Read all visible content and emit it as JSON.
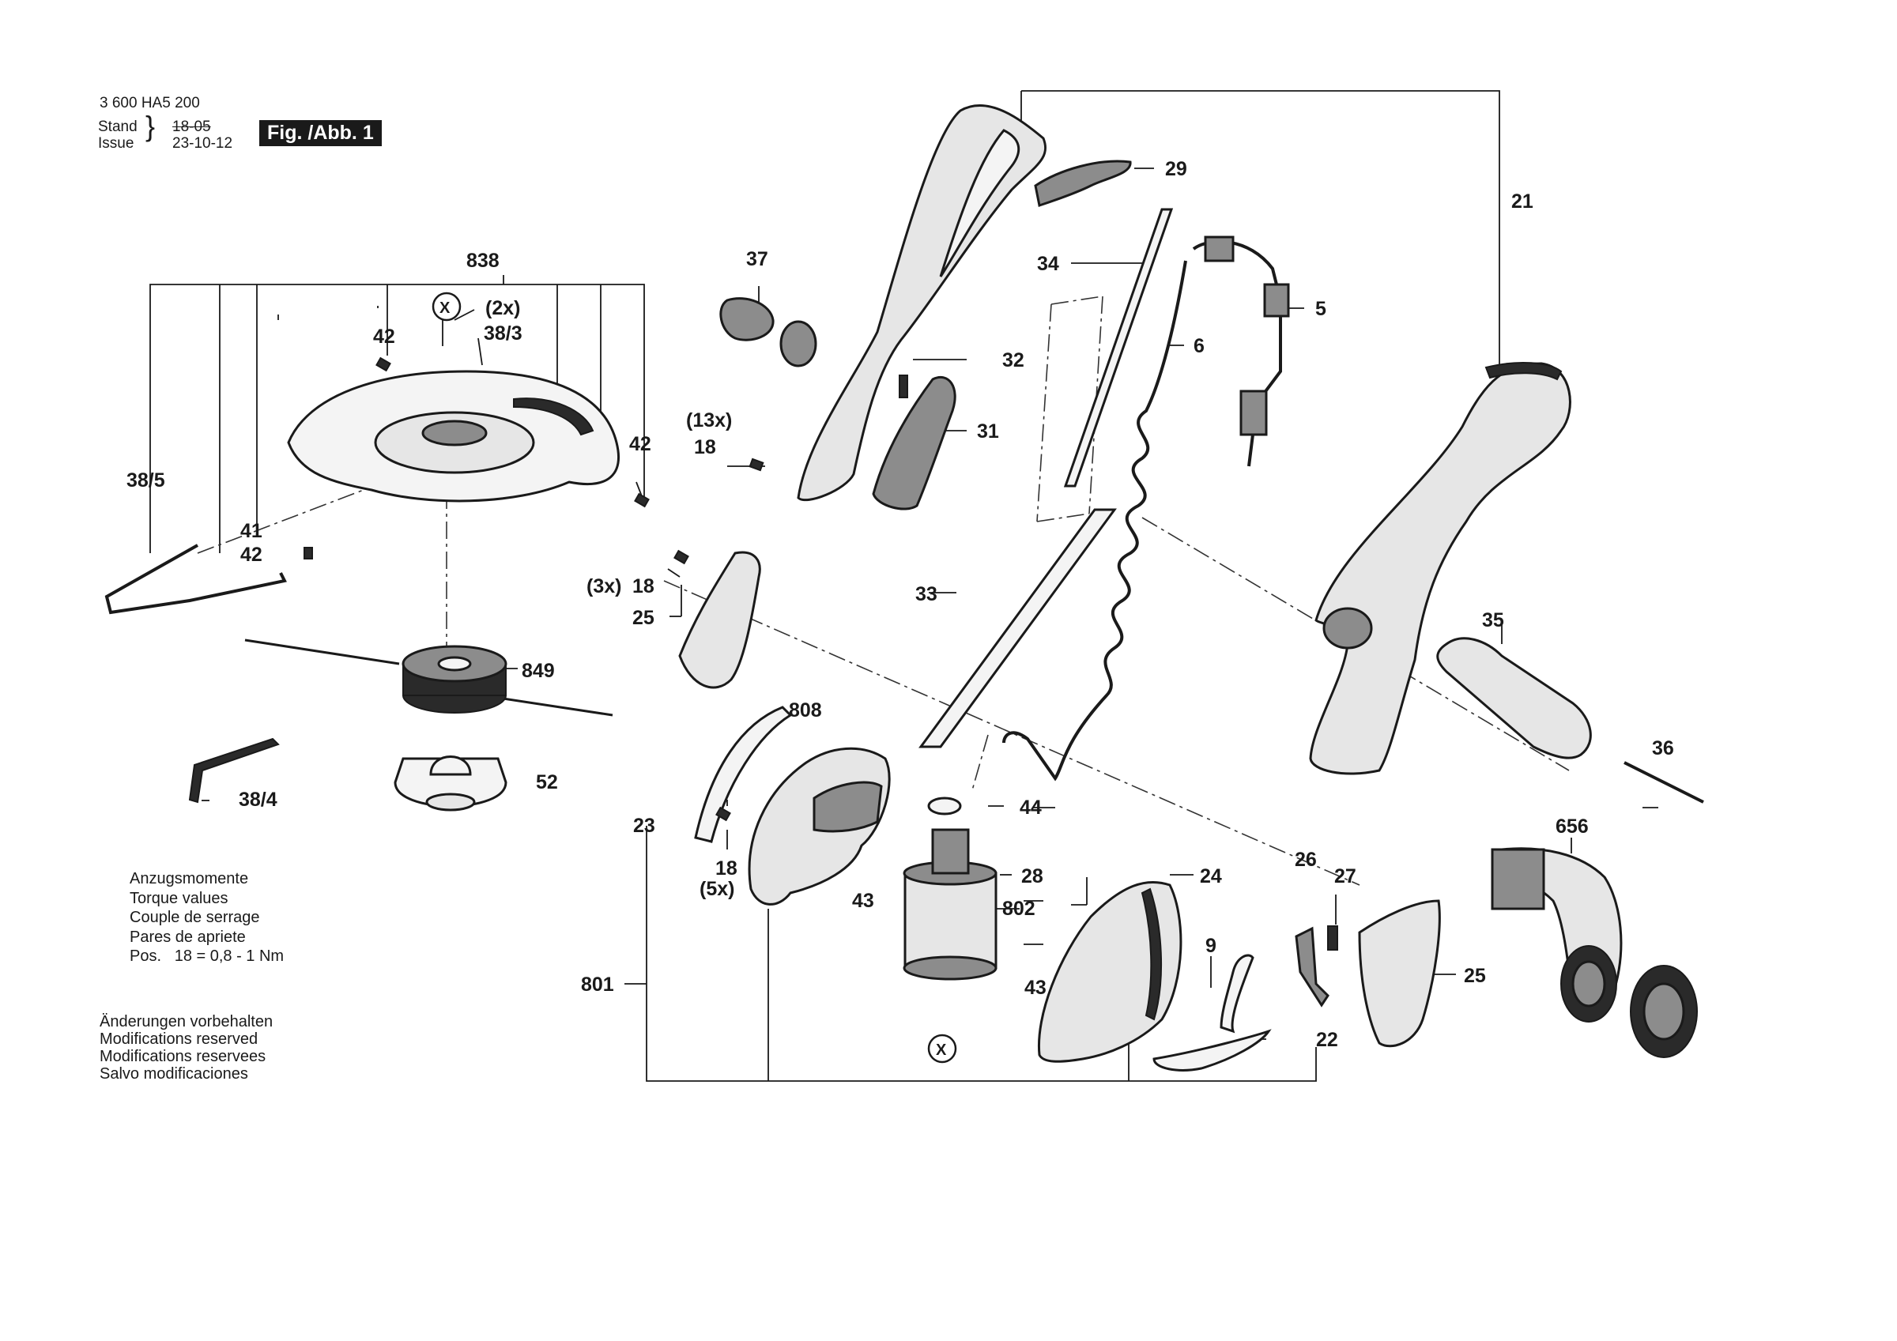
{
  "header": {
    "drawing_no": "3 600 HA5 200",
    "stand_label": "Stand",
    "issue_label": "Issue",
    "stand_value": "18-05",
    "issue_value": "23-10-12",
    "figure": "Fig. /Abb. 1"
  },
  "torque_note": [
    "Anzugsmomente",
    "Torque values",
    "Couple de serrage",
    "Pares de apriete",
    "Pos.   18 = 0,8 - 1 Nm"
  ],
  "modifications_note": [
    "Änderungen vorbehalten",
    "Modifications reserved",
    "Modifications reservees",
    "Salvo modificaciones"
  ],
  "callouts": {
    "c838": "838",
    "cX1": "X",
    "c2x": "(2x)",
    "c42a": "42",
    "c38_3": "38/3",
    "c42b": "42",
    "c38_5": "38/5",
    "c41": "41",
    "c42c": "42",
    "c849": "849",
    "c52": "52",
    "c38_4": "38/4",
    "c37": "37",
    "c13x": "(13x)",
    "c18a": "18",
    "c29": "29",
    "c32": "32",
    "c31": "31",
    "c34": "34",
    "c5": "5",
    "c6": "6",
    "c21": "21",
    "c3x": "(3x)",
    "c18b": "18",
    "c25a": "25",
    "c33": "33",
    "c35": "35",
    "c36": "36",
    "c808": "808",
    "c23": "23",
    "c18c": "18",
    "c5x": "(5x)",
    "c43a": "43",
    "c44": "44",
    "c802": "802",
    "c28": "28",
    "c24": "24",
    "c26": "26",
    "c27": "27",
    "c656": "656",
    "c9": "9",
    "c43b": "43",
    "c25b": "25",
    "c801": "801",
    "cX2": "X",
    "c22": "22"
  },
  "icons": [
    "screw-icon",
    "circle-x-marker-icon"
  ]
}
